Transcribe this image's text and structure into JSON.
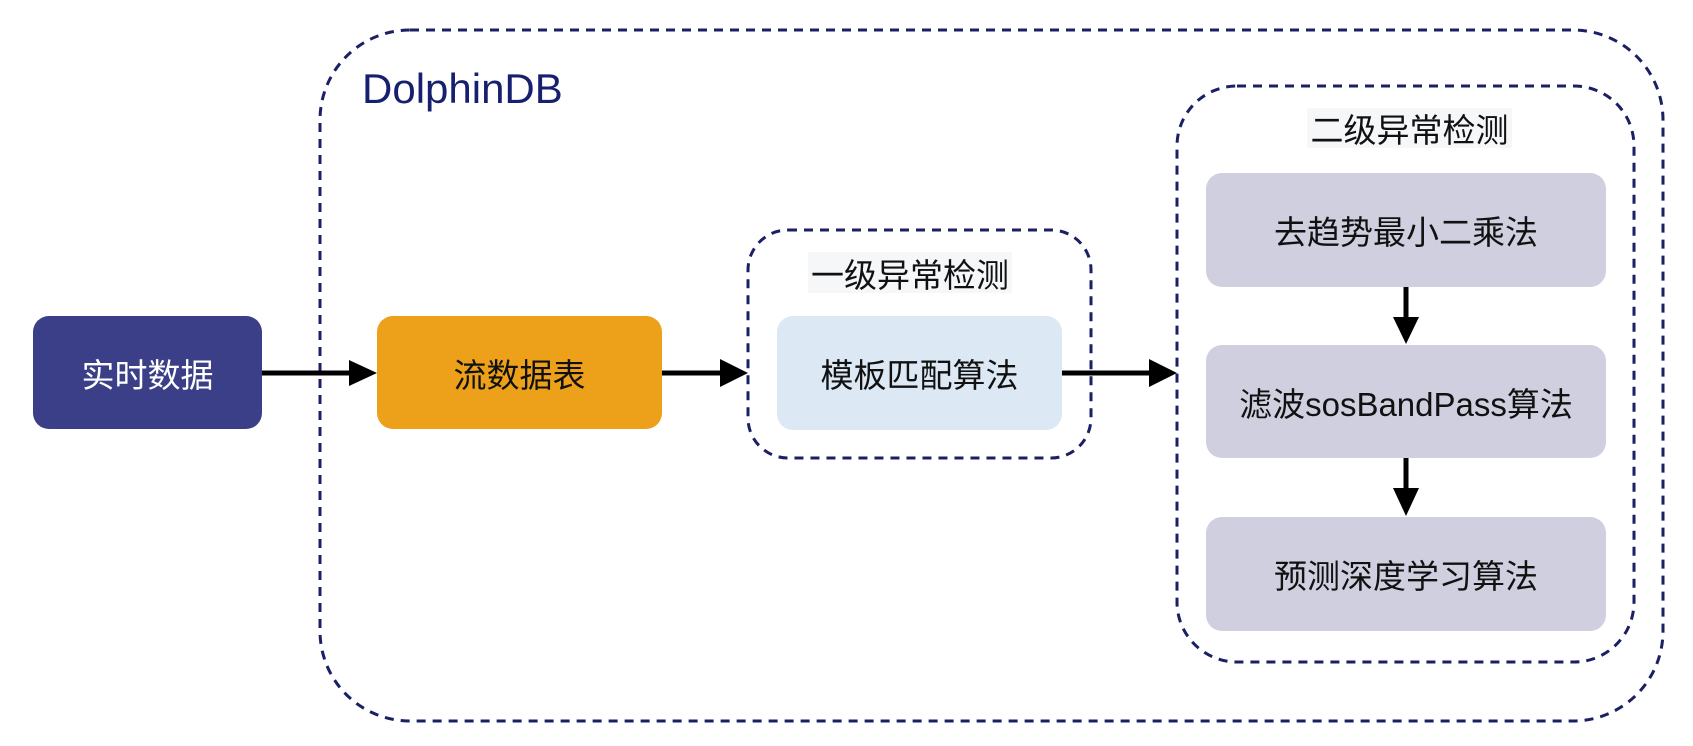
{
  "diagram": {
    "title": "DolphinDB",
    "colors": {
      "border": "#1b1f63",
      "title": "#17206e",
      "source_box": "#3b3f87",
      "stream_box": "#eda11a",
      "level1_box": "#dce8f4",
      "level2_box": "#cfcfe0",
      "arrow": "#000000",
      "group_label_bg": "#f6f7f9"
    },
    "nodes": {
      "source": {
        "label": "实时数据"
      },
      "stream_table": {
        "label": "流数据表"
      },
      "template_matching": {
        "label": "模板匹配算法"
      },
      "detrended_least_squares": {
        "label": "去趋势最小二乘法"
      },
      "sos_band_pass": {
        "label": "滤波sosBandPass算法"
      },
      "deep_learning": {
        "label": "预测深度学习算法"
      }
    },
    "groups": {
      "dolphindb": {
        "label": "DolphinDB"
      },
      "level1": {
        "label": "一级异常检测"
      },
      "level2": {
        "label": "二级异常检测"
      }
    },
    "edges": [
      {
        "from": "实时数据",
        "to": "流数据表"
      },
      {
        "from": "流数据表",
        "to": "一级异常检测"
      },
      {
        "from": "模板匹配算法",
        "to": "二级异常检测"
      },
      {
        "from": "去趋势最小二乘法",
        "to": "滤波sosBandPass算法"
      },
      {
        "from": "滤波sosBandPass算法",
        "to": "预测深度学习算法"
      }
    ]
  }
}
